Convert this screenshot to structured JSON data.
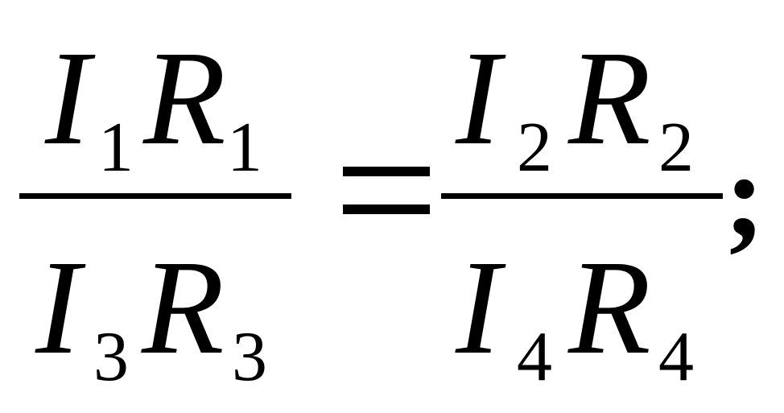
{
  "equation": {
    "left": {
      "numerator": {
        "factor1": {
          "var": "I",
          "sub": "1"
        },
        "factor2": {
          "var": "R",
          "sub": "1"
        }
      },
      "denominator": {
        "factor1": {
          "var": "I",
          "sub": "3"
        },
        "factor2": {
          "var": "R",
          "sub": "3"
        }
      }
    },
    "right": {
      "numerator": {
        "factor1": {
          "var": "I",
          "sub": "2"
        },
        "factor2": {
          "var": "R",
          "sub": "2"
        }
      },
      "denominator": {
        "factor1": {
          "var": "I",
          "sub": "4"
        },
        "factor2": {
          "var": "R",
          "sub": "4"
        }
      }
    },
    "terminator": ";"
  }
}
